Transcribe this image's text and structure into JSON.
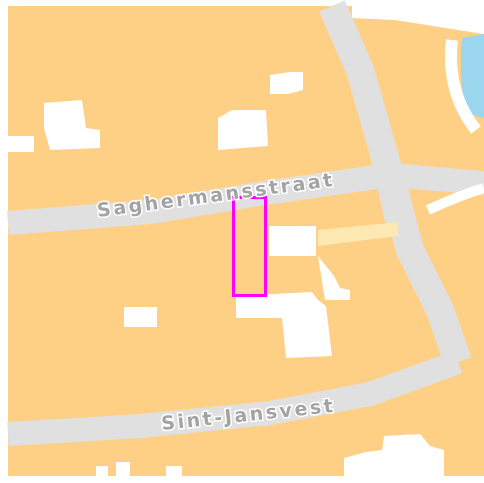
{
  "streets": [
    {
      "id": "saghermansstraat",
      "label": "Saghermansstraat"
    },
    {
      "id": "sint-jansvest",
      "label": "Sint-Jansvest"
    }
  ],
  "highlighted_parcel": {
    "outline_color": "#ff00ff"
  },
  "colors": {
    "land": "#fdd085",
    "road": "#e0e0e0",
    "building": "#ffffff",
    "path": "#fce8b0",
    "water": "#9ad7ef",
    "label_text": "#a3a3a3",
    "label_halo": "#ffffff"
  }
}
